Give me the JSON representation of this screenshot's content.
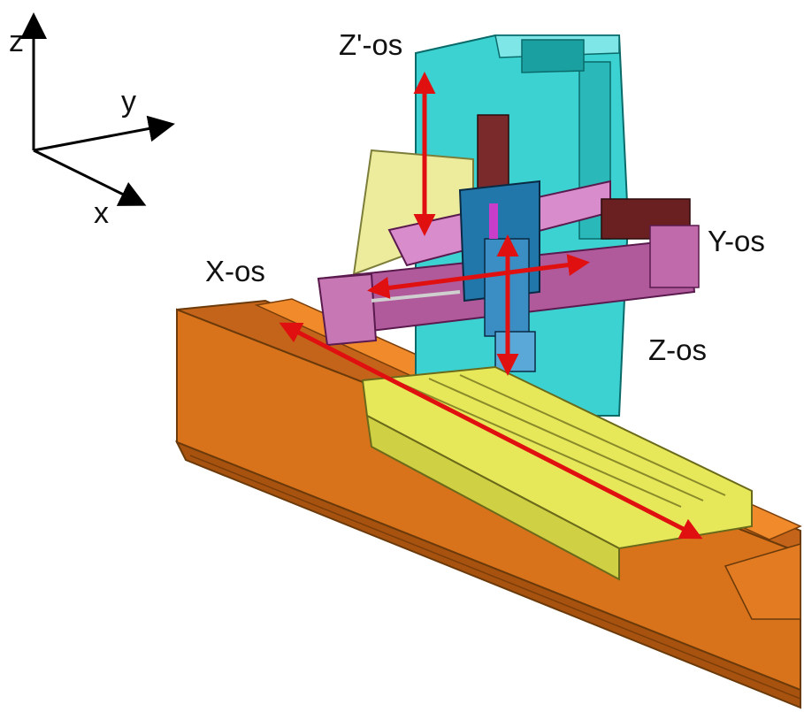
{
  "coordinate_system": {
    "z_label": "z",
    "y_label": "y",
    "x_label": "x"
  },
  "axis_labels": {
    "z_prime": "Z'-os",
    "y": "Y-os",
    "x": "X-os",
    "z": "Z-os"
  },
  "colors": {
    "base": "#d8721b",
    "table": "#e6e85a",
    "column": "#3cd2d2",
    "gantry": "#b05a9c",
    "motion_arrow": "#e01010",
    "support": "#ecec9c",
    "spindle_block": "#2277aa"
  },
  "icons": {
    "coordinate_frame": "xyz-axes-icon",
    "motion_arrow": "double-headed-arrow-icon"
  }
}
